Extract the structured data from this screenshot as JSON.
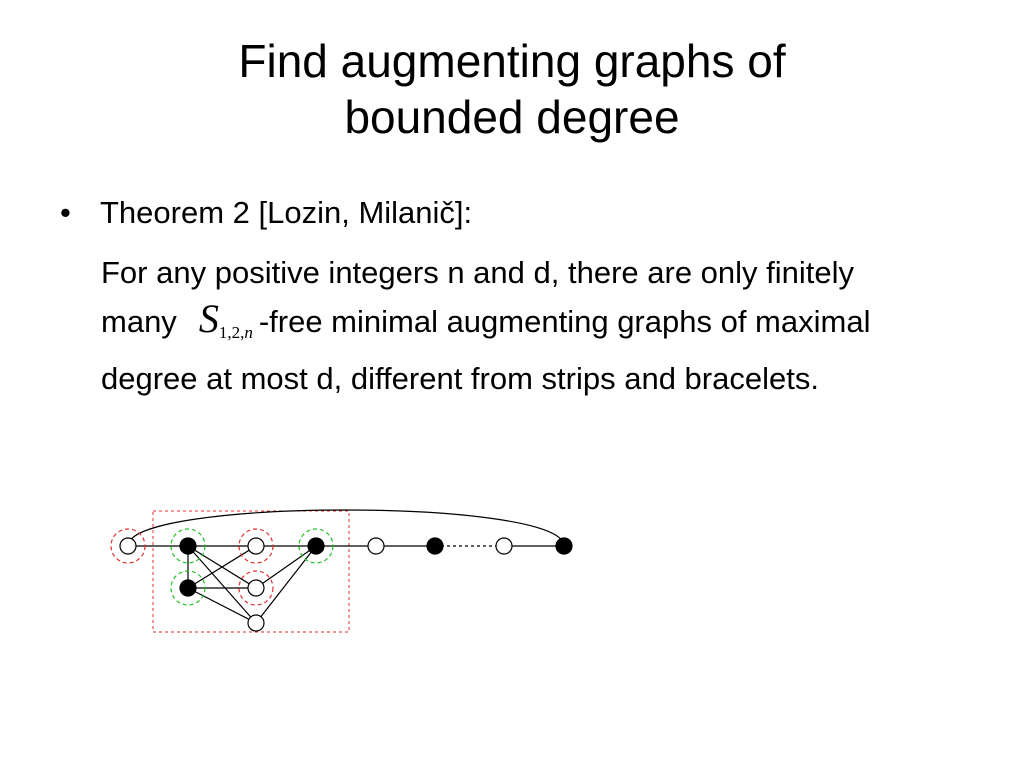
{
  "slide": {
    "title_line1": "Find augmenting graphs of",
    "title_line2": "bounded degree",
    "bullet_symbol": "•",
    "theorem_label": "Theorem 2 [Lozin, Milanič]:",
    "text_before_math": "For any positive integers n and d, there are only finitely many",
    "math_symbol": "S",
    "math_subscript_digits": "1,2,",
    "math_subscript_var": "n",
    "text_after_math": "-free minimal augmenting graphs of maximal degree at most d, different from strips and bracelets."
  },
  "diagram": {
    "vertex_fill_colors": {
      "black": "#000000",
      "white": "#ffffff"
    },
    "highlight_colors": {
      "red": "#e03030",
      "green": "#20c020"
    },
    "vertices": [
      {
        "id": "t1",
        "fill": "white",
        "highlight": "red"
      },
      {
        "id": "t2",
        "fill": "black",
        "highlight": "green"
      },
      {
        "id": "t3",
        "fill": "white",
        "highlight": "red"
      },
      {
        "id": "t4",
        "fill": "black",
        "highlight": "green"
      },
      {
        "id": "t5",
        "fill": "white",
        "highlight": "none"
      },
      {
        "id": "t6",
        "fill": "black",
        "highlight": "none"
      },
      {
        "id": "t7",
        "fill": "white",
        "highlight": "none"
      },
      {
        "id": "t8",
        "fill": "black",
        "highlight": "none"
      },
      {
        "id": "m1",
        "fill": "black",
        "highlight": "green"
      },
      {
        "id": "m2",
        "fill": "white",
        "highlight": "red"
      },
      {
        "id": "b1",
        "fill": "white",
        "highlight": "none"
      }
    ],
    "edges": [
      [
        "t1",
        "t2"
      ],
      [
        "t2",
        "t3"
      ],
      [
        "t3",
        "t4"
      ],
      [
        "t4",
        "t5"
      ],
      [
        "t5",
        "t6"
      ],
      [
        "t7",
        "t8"
      ],
      [
        "t2",
        "m1"
      ],
      [
        "t2",
        "m2"
      ],
      [
        "t2",
        "b1"
      ],
      [
        "t3",
        "m1"
      ],
      [
        "t4",
        "m2"
      ],
      [
        "t4",
        "b1"
      ],
      [
        "m1",
        "m2"
      ],
      [
        "m1",
        "b1"
      ],
      [
        "t1",
        "t8"
      ]
    ],
    "dashed_edges": [
      [
        "t6",
        "t7"
      ]
    ]
  }
}
